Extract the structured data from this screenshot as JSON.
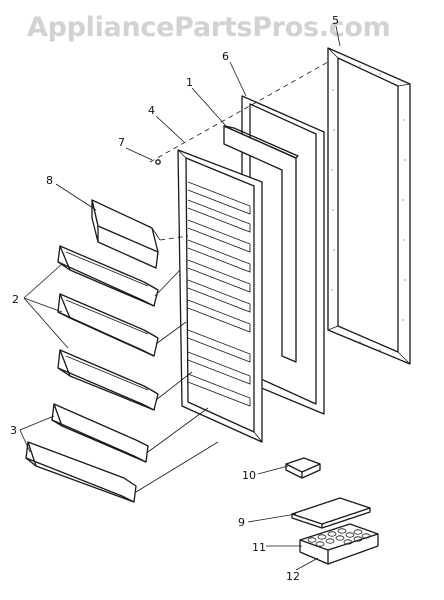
{
  "watermark": "AppliancePartsPros.com",
  "callouts": [
    {
      "id": "5",
      "label": "5"
    },
    {
      "id": "6",
      "label": "6"
    },
    {
      "id": "1",
      "label": "1"
    },
    {
      "id": "4",
      "label": "4"
    },
    {
      "id": "7",
      "label": "7"
    },
    {
      "id": "8",
      "label": "8"
    },
    {
      "id": "2",
      "label": "2"
    },
    {
      "id": "3",
      "label": "3"
    },
    {
      "id": "10",
      "label": "10"
    },
    {
      "id": "9",
      "label": "9"
    },
    {
      "id": "11",
      "label": "11"
    },
    {
      "id": "12",
      "label": "12"
    }
  ]
}
